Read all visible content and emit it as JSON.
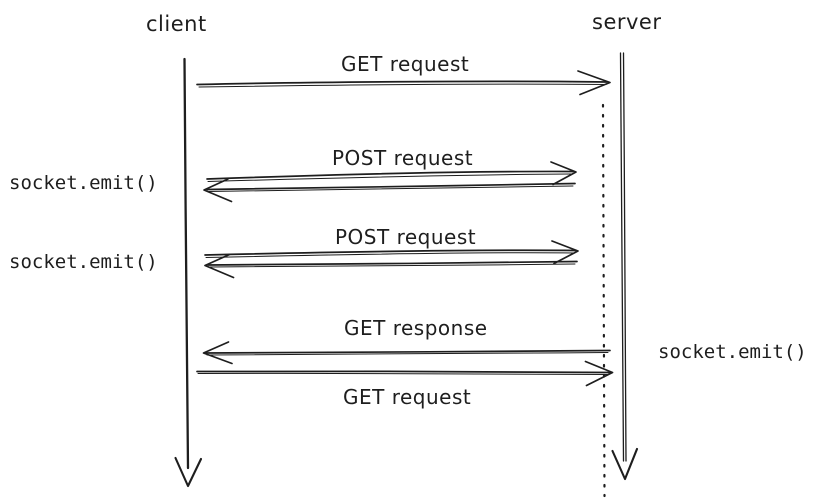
{
  "diagram": {
    "type": "sequence-diagram",
    "style": "hand-drawn",
    "colors": {
      "stroke": "#1e1e1e",
      "background": "#ffffff"
    },
    "actors": [
      {
        "label": "client"
      },
      {
        "label": "server"
      }
    ],
    "messages": [
      {
        "label": "GET request",
        "from": "client",
        "to": "server",
        "arrows": [
          "client-to-server"
        ]
      },
      {
        "label": "POST request",
        "from": "client",
        "to": "server",
        "arrows": [
          "client-to-server",
          "server-to-client"
        ]
      },
      {
        "label": "POST request",
        "from": "client",
        "to": "server",
        "arrows": [
          "client-to-server",
          "server-to-client"
        ]
      },
      {
        "label": "GET response",
        "from": "server",
        "to": "client",
        "arrows": [
          "server-to-client"
        ]
      },
      {
        "label": "GET request",
        "from": "client",
        "to": "server",
        "arrows": [
          "client-to-server"
        ]
      }
    ],
    "side_labels": [
      {
        "text": "socket.emit()",
        "side": "left"
      },
      {
        "text": "socket.emit()",
        "side": "left"
      },
      {
        "text": "socket.emit()",
        "side": "right"
      }
    ]
  }
}
